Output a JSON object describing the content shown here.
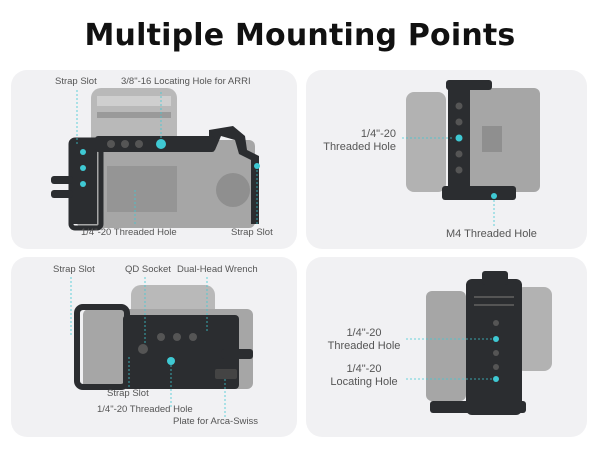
{
  "title": "Multiple Mounting Points",
  "panels": [
    {
      "labels": {
        "strap_slot_top": "Strap Slot",
        "locating_hole_arri": "3/8\"-16 Locating Hole for ARRI",
        "threaded_hole": "1/4\"-20 Threaded Hole",
        "strap_slot_right": "Strap Slot"
      }
    },
    {
      "labels": {
        "threaded_hole_line1": "1/4\"-20",
        "threaded_hole_line2": "Threaded Hole",
        "m4_threaded_hole": "M4 Threaded Hole"
      }
    },
    {
      "labels": {
        "strap_slot_left": "Strap Slot",
        "qd_socket": "QD Socket",
        "dual_head_wrench": "Dual-Head Wrench",
        "strap_slot_bottom": "Strap Slot",
        "threaded_hole": "1/4\"-20 Threaded Hole",
        "arca_plate": "Plate for Arca-Swiss"
      }
    },
    {
      "labels": {
        "threaded_hole_line1": "1/4\"-20",
        "threaded_hole_line2": "Threaded Hole",
        "locating_hole_line1": "1/4\"-20",
        "locating_hole_line2": "Locating Hole"
      }
    }
  ],
  "colors": {
    "panel_bg": "#f1f1f3",
    "cage_dark": "#2b2d30",
    "camera_gray": "#a9a9a9",
    "accent_teal": "#3fc9d3"
  }
}
